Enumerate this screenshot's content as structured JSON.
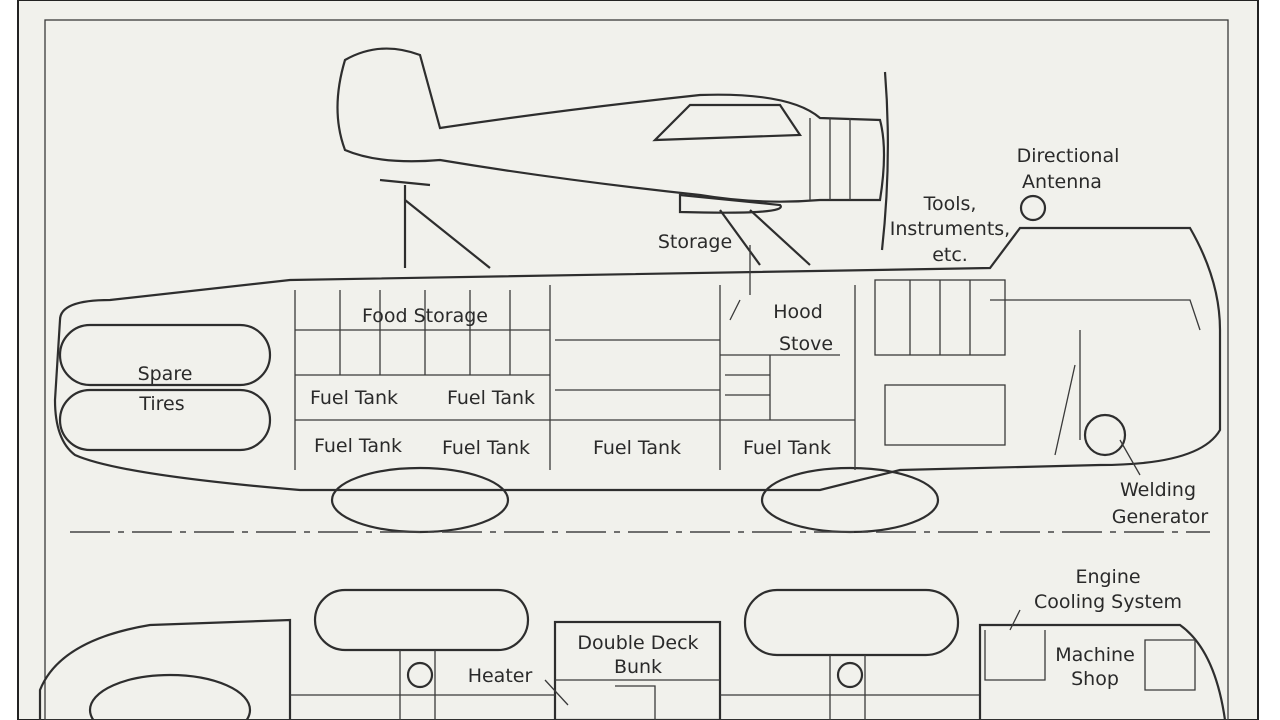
{
  "side_view": {
    "labels": {
      "directional_antenna": [
        "Directional",
        "Antenna"
      ],
      "tools": [
        "Tools,",
        "Instruments,",
        "etc."
      ],
      "storage": "Storage",
      "food_storage": "Food Storage",
      "hood": "Hood",
      "stove": "Stove",
      "spare_tires": [
        "Spare",
        "Tires"
      ],
      "fuel_tanks": [
        "Fuel Tank",
        "Fuel Tank",
        "Fuel Tank",
        "Fuel Tank",
        "Fuel Tank",
        "Fuel Tank"
      ],
      "welding_generator": [
        "Welding",
        "Generator"
      ]
    }
  },
  "plan_view": {
    "labels": {
      "engine_cooling": [
        "Engine",
        "Cooling System"
      ],
      "machine_shop": [
        "Machine",
        "Shop"
      ],
      "double_deck_bunk": [
        "Double Deck",
        "Bunk"
      ],
      "heater": "Heater"
    }
  },
  "colors": {
    "paper": "#f1f1ec",
    "ink": "#2e2e2e"
  }
}
